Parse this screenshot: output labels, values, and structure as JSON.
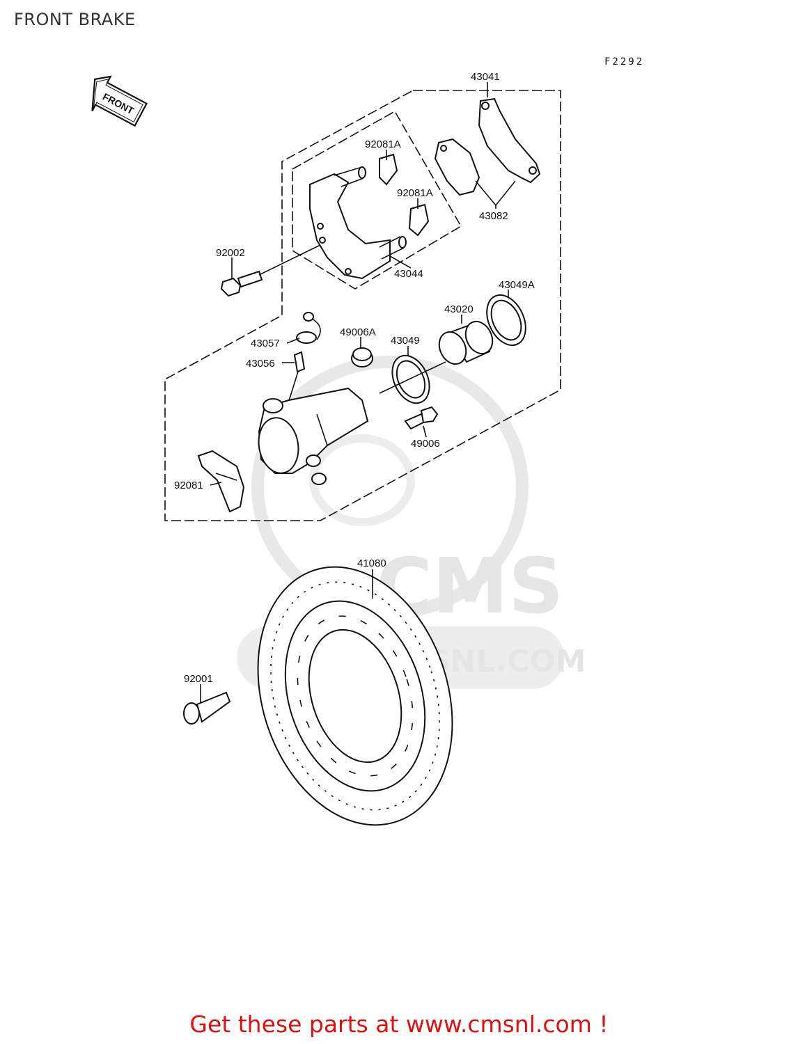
{
  "page": {
    "title": "FRONT BRAKE",
    "figure_code": "F2292",
    "front_arrow_label": "FRONT",
    "footer": "Get these parts at www.cmsnl.com !"
  },
  "watermark": {
    "brand": "CMS",
    "url": "WWW.CMSNL.COM"
  },
  "parts": [
    {
      "id": "43041"
    },
    {
      "id": "92081A"
    },
    {
      "id": "92081A"
    },
    {
      "id": "43082"
    },
    {
      "id": "92002"
    },
    {
      "id": "43044"
    },
    {
      "id": "43049A"
    },
    {
      "id": "43020"
    },
    {
      "id": "43057"
    },
    {
      "id": "49006A"
    },
    {
      "id": "43049"
    },
    {
      "id": "43056"
    },
    {
      "id": "49006"
    },
    {
      "id": "92081"
    },
    {
      "id": "41080"
    },
    {
      "id": "92001"
    }
  ]
}
